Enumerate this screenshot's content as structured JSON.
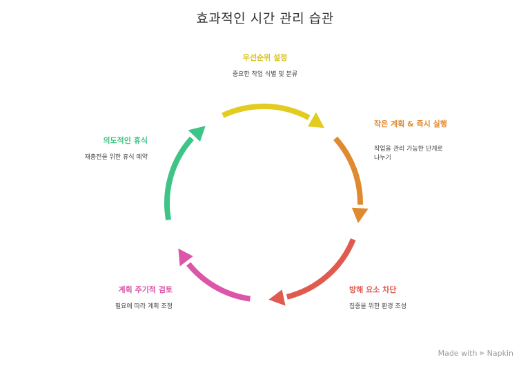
{
  "title": "효과적인 시간 관리 습관",
  "steps": [
    {
      "title": "우선순위 설정",
      "desc": "중요한 작업 식별 및 분류",
      "color": "#e2cc1f"
    },
    {
      "title": "작은 계획 & 즉시 실행",
      "desc": "작업을 관리 가능한 단계로 나누기",
      "color": "#e08a30"
    },
    {
      "title": "방해 요소 차단",
      "desc": "집중을 위한 환경 조성",
      "color": "#e05a50"
    },
    {
      "title": "계획 주기적 검토",
      "desc": "필요에 따라 계획 조정",
      "color": "#dc55a8"
    },
    {
      "title": "의도적인 휴식",
      "desc": "재충전을 위한 휴식 예약",
      "color": "#3ec486"
    }
  ],
  "footer": {
    "made_with": "Made with",
    "brand": "Napkin"
  }
}
